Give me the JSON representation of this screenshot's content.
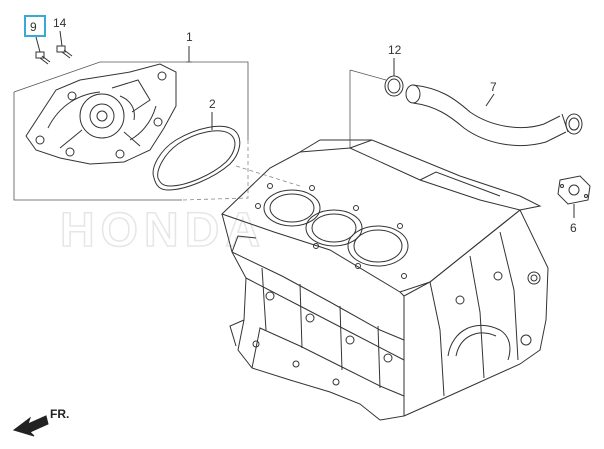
{
  "watermark": {
    "text": "HONDA"
  },
  "callouts": {
    "c9": "9",
    "c14": "14",
    "c1": "1",
    "c2": "2",
    "c12": "12",
    "c7": "7",
    "c6": "6"
  },
  "front_indicator": {
    "text": "FR."
  },
  "highlight_color": "#39a9d6",
  "icons": {
    "front_arrow": "arrow-left-down-icon"
  }
}
